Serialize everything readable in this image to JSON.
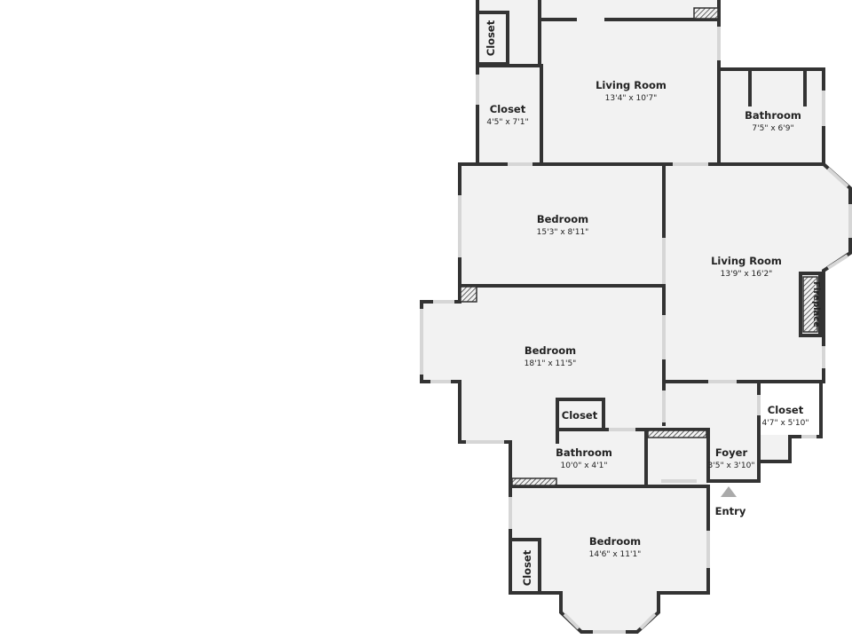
{
  "rooms": {
    "living_room_top": {
      "name": "Living Room",
      "dim": "13'4\" x 10'7\""
    },
    "closet_top_small": {
      "name": "Closet"
    },
    "closet_top": {
      "name": "Closet",
      "dim": "4'5\" x 7'1\""
    },
    "bathroom_top": {
      "name": "Bathroom",
      "dim": "7'5\" x 6'9\""
    },
    "bedroom_mid": {
      "name": "Bedroom",
      "dim": "15'3\" x 8'11\""
    },
    "living_room_right": {
      "name": "Living Room",
      "dim": "13'9\" x 16'2\""
    },
    "fireplace": {
      "name": "Fireplace"
    },
    "bedroom_large": {
      "name": "Bedroom",
      "dim": "18'1\" x 11'5\""
    },
    "closet_inner": {
      "name": "Closet"
    },
    "closet_right": {
      "name": "Closet",
      "dim": "4'7\" x 5'10\""
    },
    "bathroom_mid": {
      "name": "Bathroom",
      "dim": "10'0\" x 4'1\""
    },
    "foyer": {
      "name": "Foyer",
      "dim": "3'5\" x 3'10\""
    },
    "entry": {
      "name": "Entry"
    },
    "bedroom_bottom": {
      "name": "Bedroom",
      "dim": "14'6\" x 11'1\""
    },
    "closet_bottom": {
      "name": "Closet"
    }
  },
  "colors": {
    "floor": "#f2f2f2",
    "wall": "#333333",
    "window": "#d6d6d6",
    "entry_arrow": "#aaaaaa"
  }
}
